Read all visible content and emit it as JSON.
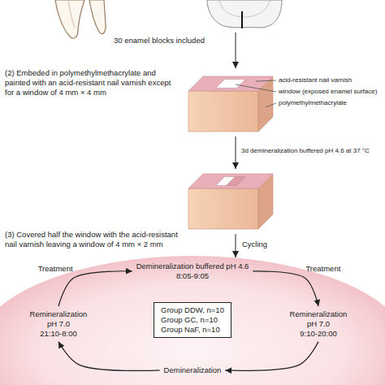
{
  "diagram": {
    "nodes": [
      {
        "text": [
          "Demineralization buffered pH 4.6",
          "8:05-9:05"
        ]
      },
      {
        "text": [
          "Remineralization",
          "pH 7.0",
          "21:10-8:00"
        ]
      },
      {
        "text": [
          "Group DDW, n=10",
          "Group GC, n=10",
          "Group NaF, n=10"
        ]
      },
      {
        "text": [
          "Remineralization",
          "pH 7.0",
          "9:10-20:00"
        ]
      },
      {
        "text": [
          "Demineralization"
        ]
      }
    ],
    "edges": [
      {
        "from": 0,
        "to": 3,
        "label": "Treatment",
        "arrow": "to"
      },
      {
        "from": 3,
        "to": 4,
        "arrow": "to"
      },
      {
        "from": 4,
        "to": 1,
        "arrow": "to"
      },
      {
        "from": 1,
        "to": 0,
        "label": "Treatment",
        "arrow": "to"
      }
    ],
    "labels": [
      "30 enamel blocks included",
      "(2) Embeded in polymethylmethacrylate and painted with an acid-resistant nail varnish except for a window of 4 mm × 4 mm",
      "acid-resistant nail varnish",
      "window (exposed enamel surface)",
      "polymethylmethacrylate",
      "3d demineralization buffered pH 4.6 at 37 °C",
      "(3) Covered half the window with the acid-resistant nail varnish leaving a window of 4 mm × 2 mm",
      "Cycling"
    ]
  }
}
